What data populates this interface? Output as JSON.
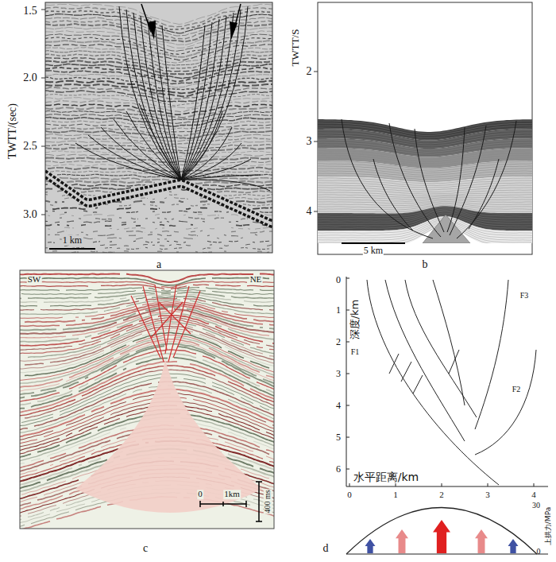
{
  "diagram": {
    "labels": [
      "TWTT/(sec)",
      "1.5",
      "2.0",
      "2.5",
      "3.0",
      "1 km",
      "a",
      "TWTT/S",
      "2",
      "3",
      "4",
      "5 km",
      "b",
      "SW",
      "NE",
      "0",
      "1km",
      "400 ms",
      "c",
      "0",
      "1",
      "2",
      "3",
      "4",
      "5",
      "6",
      "深度/km",
      "F1",
      "F3",
      "F2",
      "水平距离/km",
      "0",
      "1",
      "2",
      "3",
      "4",
      "上拱力/MPa",
      "30",
      "0",
      "d"
    ]
  }
}
